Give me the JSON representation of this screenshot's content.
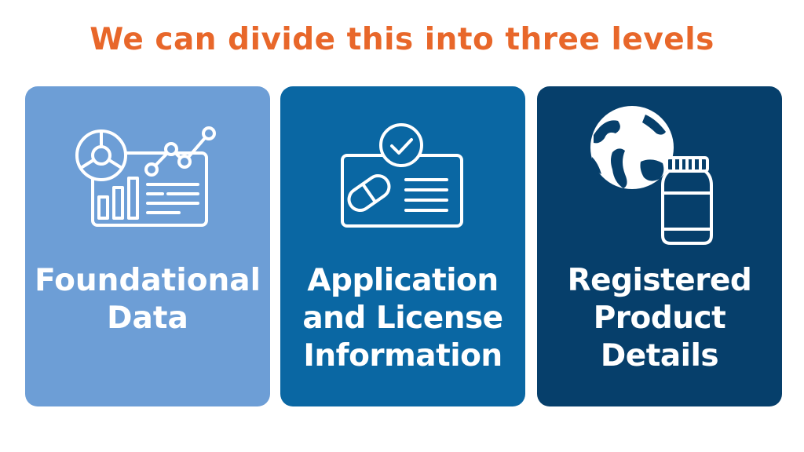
{
  "title": "We can divide this into three levels",
  "colors": {
    "title": "#e8672a",
    "level1": "#6d9ed6",
    "level2": "#0a67a3",
    "level3": "#063f6b",
    "icon_stroke": "#ffffff"
  },
  "levels": [
    {
      "label": "Foundational\nData",
      "icon": "dashboard-analytics-icon"
    },
    {
      "label": "Application\nand License\nInformation",
      "icon": "license-card-icon"
    },
    {
      "label": "Registered\nProduct\nDetails",
      "icon": "globe-bottle-icon"
    }
  ]
}
